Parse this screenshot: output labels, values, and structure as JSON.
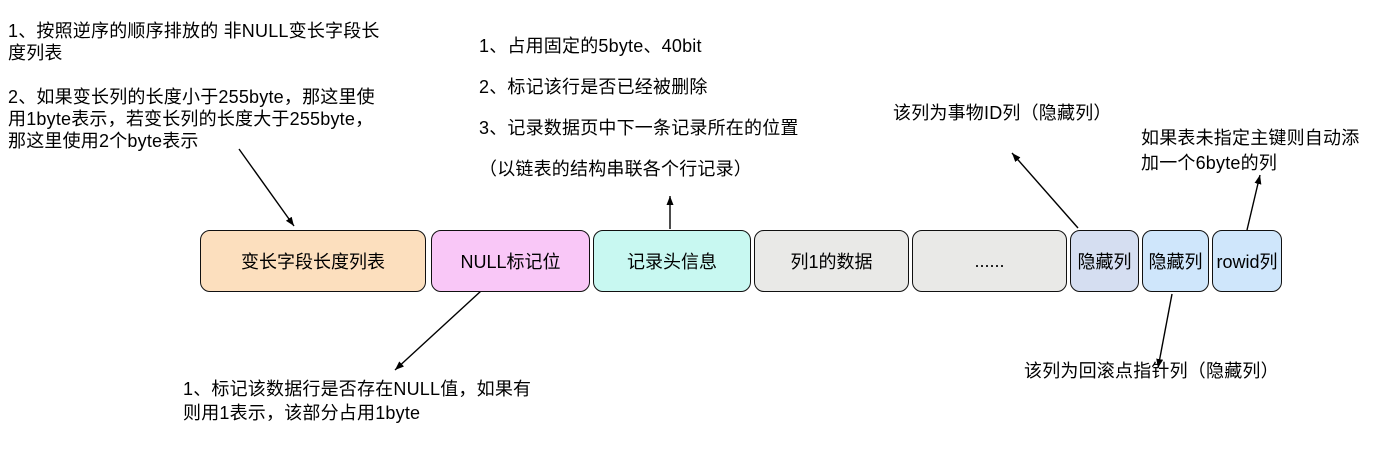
{
  "colors": {
    "background": "#ffffff",
    "text": "#000000",
    "segment_border": "#101010",
    "peach": "#fcdfbe",
    "pink": "#f9c7f7",
    "cyan": "#c8f8f1",
    "gray": "#e9e9e7",
    "periwinkle": "#d5def1",
    "skyblue": "#cfe6fb"
  },
  "notes": {
    "varlen": {
      "lines": [
        "1、按照逆序的顺序排放的 非NULL变长字段长",
        "度列表",
        "",
        "2、如果变长列的长度小于255byte，那这里使",
        "用1byte表示，若变长列的长度大于255byte，",
        "那这里使用2个byte表示"
      ]
    },
    "record_header": {
      "lines": [
        "1、占用固定的5byte、40bit",
        "2、标记该行是否已经被删除",
        "3、记录数据页中下一条记录所在的位置",
        "（以链表的结构串联各个行记录）"
      ]
    },
    "transaction_id": {
      "text": "该列为事物ID列（隐藏列）"
    },
    "rowid": {
      "lines": [
        "如果表未指定主键则自动添",
        "加一个6byte的列"
      ]
    },
    "null_flag": {
      "lines": [
        "1、标记该数据行是否存在NULL值，如果有",
        "则用1表示，该部分占用1byte"
      ]
    },
    "rollback": {
      "text": "该列为回滚点指针列（隐藏列）"
    }
  },
  "segments": [
    {
      "label": "变长字段长度列表",
      "fill": "#fcdfbe"
    },
    {
      "label": "NULL标记位",
      "fill": "#f9c7f7"
    },
    {
      "label": "记录头信息",
      "fill": "#c8f8f1"
    },
    {
      "label": "列1的数据",
      "fill": "#e9e9e7"
    },
    {
      "label": "......",
      "fill": "#e9e9e7"
    },
    {
      "label": "隐藏列",
      "fill": "#d5def1"
    },
    {
      "label": "隐藏列",
      "fill": "#cfe6fb"
    },
    {
      "label": "rowid列",
      "fill": "#cfe6fb"
    }
  ]
}
